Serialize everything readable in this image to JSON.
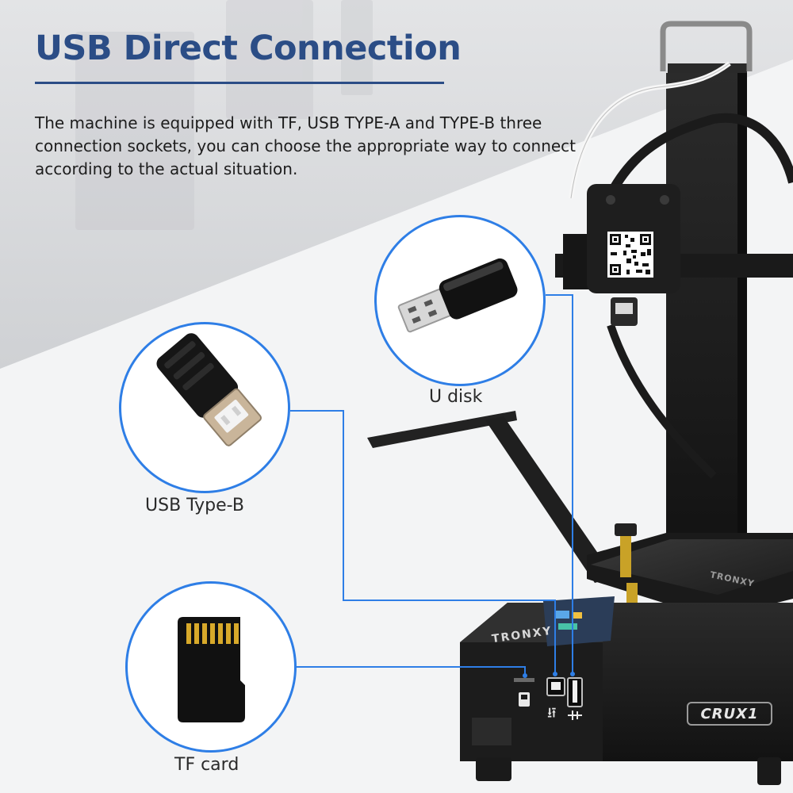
{
  "title": "USB Direct Connection",
  "description": "The machine is equipped with TF, USB TYPE-A and TYPE-B three connection sockets, you can choose the appropriate way to connect according to the actual situation.",
  "callouts": [
    {
      "label": "U disk",
      "icon": "usb-flash-drive-icon"
    },
    {
      "label": "USB Type-B",
      "icon": "usb-type-b-plug-icon"
    },
    {
      "label": "TF card",
      "icon": "tf-card-icon"
    }
  ],
  "printer": {
    "brand": "TRONXY",
    "model": "CRUX1",
    "ports": [
      "tf-slot",
      "usb-type-b-port",
      "usb-type-a-port"
    ]
  },
  "colors": {
    "title": "#2b4d86",
    "callout_line": "#2e7ee6",
    "printer_body": "#1b1b1b"
  }
}
